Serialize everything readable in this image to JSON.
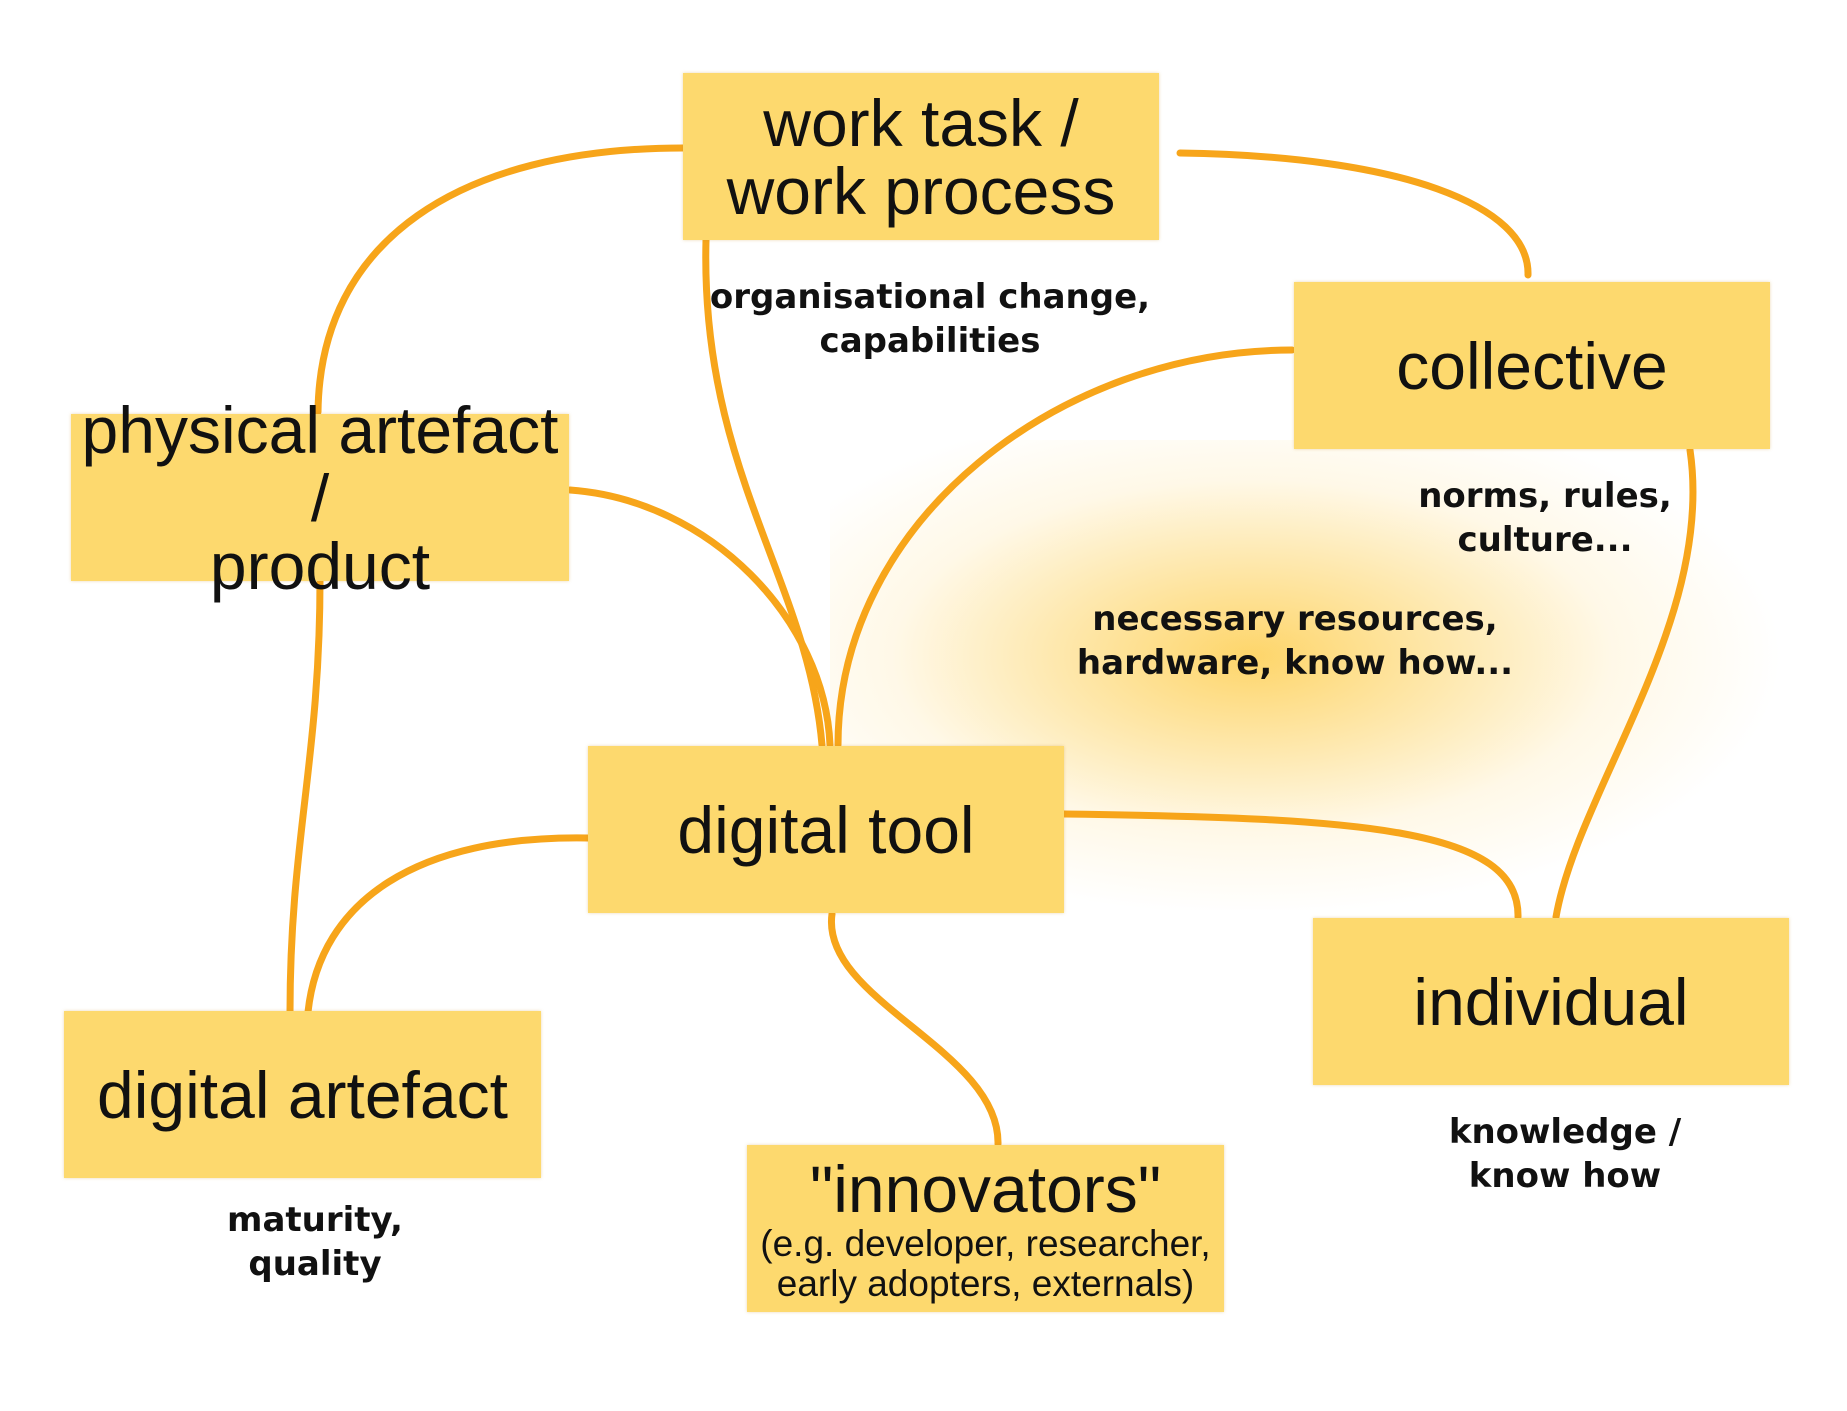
{
  "nodes": {
    "work_task": {
      "line1": "work task /",
      "line2": "work process"
    },
    "collective": {
      "text": "collective"
    },
    "physical_artefact": {
      "line1": "physical artefact /",
      "line2": "product"
    },
    "digital_tool": {
      "text": "digital tool"
    },
    "individual": {
      "text": "individual"
    },
    "digital_artefact": {
      "text": "digital artefact"
    },
    "innovators": {
      "title": "\"innovators\"",
      "line1": "(e.g. developer, researcher,",
      "line2": "early adopters, externals)"
    }
  },
  "annotations": {
    "organisational": {
      "line1": "organisational change,",
      "line2": "capabilities"
    },
    "norms": {
      "line1": "norms, rules,",
      "line2": "culture..."
    },
    "resources": {
      "line1": "necessary resources,",
      "line2": "hardware, know how..."
    },
    "knowledge": {
      "line1": "knowledge /",
      "line2": "know how"
    },
    "maturity": {
      "line1": "maturity,",
      "line2": "quality"
    }
  },
  "colors": {
    "box_fill": "#FDD96E",
    "connector": "#F7A51A",
    "glow": "#FDCE50",
    "text": "#111111"
  }
}
